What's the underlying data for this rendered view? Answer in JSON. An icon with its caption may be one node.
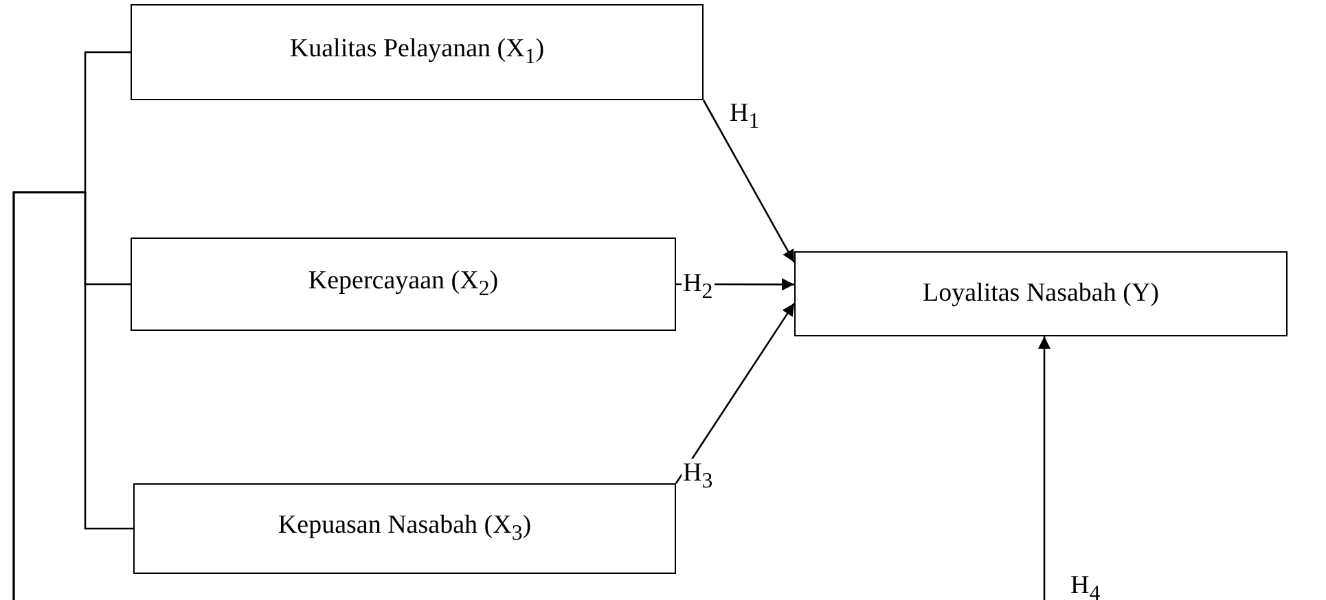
{
  "diagram": {
    "nodes": [
      {
        "text": [
          "Kualitas Pelayanan (X$_{1}$)"
        ]
      },
      {
        "text": [
          "Kepercayaan (X$_{2}$)"
        ]
      },
      {
        "text": [
          "Kepuasan Nasabah (X$_{3}$)"
        ]
      },
      {
        "text": [
          "Loyalitas Nasabah (Y)"
        ]
      }
    ],
    "edges": [
      {
        "from": 0,
        "to": 3,
        "arrow": "to",
        "label": "H$_{1}$"
      },
      {
        "from": 1,
        "to": 3,
        "arrow": "to",
        "label": "H$_{2}$"
      },
      {
        "from": 2,
        "to": 3,
        "arrow": "to",
        "label": "H$_{3}$"
      },
      {
        "from": null,
        "to": 3,
        "arrow": "to",
        "label": "H$_{4}$"
      },
      {
        "from": 0,
        "to": null,
        "arrow": "none"
      },
      {
        "from": 1,
        "to": null,
        "arrow": "none"
      },
      {
        "from": 2,
        "to": null,
        "arrow": "none"
      }
    ]
  }
}
